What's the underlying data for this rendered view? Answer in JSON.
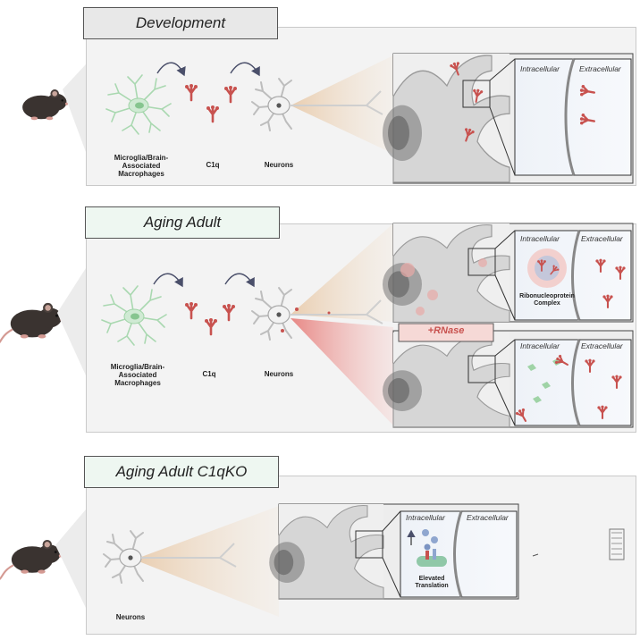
{
  "panels": [
    {
      "title": "Development",
      "labels": {
        "microglia": "Microglia/Brain-\nAssociated\nMacrophages",
        "c1q": "C1q",
        "neurons": "Neurons"
      },
      "zoom": {
        "intracellular": "Intracellular",
        "extracellular": "Extracellular"
      }
    },
    {
      "title": "Aging Adult",
      "labels": {
        "microglia": "Microglia/Brain-\nAssociated\nMacrophages",
        "c1q": "C1q",
        "neurons": "Neurons"
      },
      "zoom_top": {
        "intracellular": "Intracellular",
        "extracellular": "Extracellular",
        "rnp": "Ribonucleoprotein\nComplex"
      },
      "rnase_label": "+RNase",
      "zoom_bottom": {
        "intracellular": "Intracellular",
        "extracellular": "Extracellular"
      }
    },
    {
      "title": "Aging Adult C1qKO",
      "labels": {
        "neurons": "Neurons"
      },
      "zoom": {
        "intracellular": "Intracellular",
        "extracellular": "Extracellular",
        "elevated": "Elevated\nTranslation"
      }
    }
  ],
  "colors": {
    "panel_bg": "#f3f3f3",
    "title_gray": "#e8e8e8",
    "title_mint": "#eef7f1",
    "c1q_red": "#c8524f",
    "microglia_green": "#9fd3a6",
    "neuron_gray": "#b9b9b9",
    "rnase_pink": "#f6d9d6"
  },
  "icons": [
    "mouse-icon",
    "microglia-icon",
    "c1q-icon",
    "neuron-icon",
    "arrow-icon"
  ]
}
